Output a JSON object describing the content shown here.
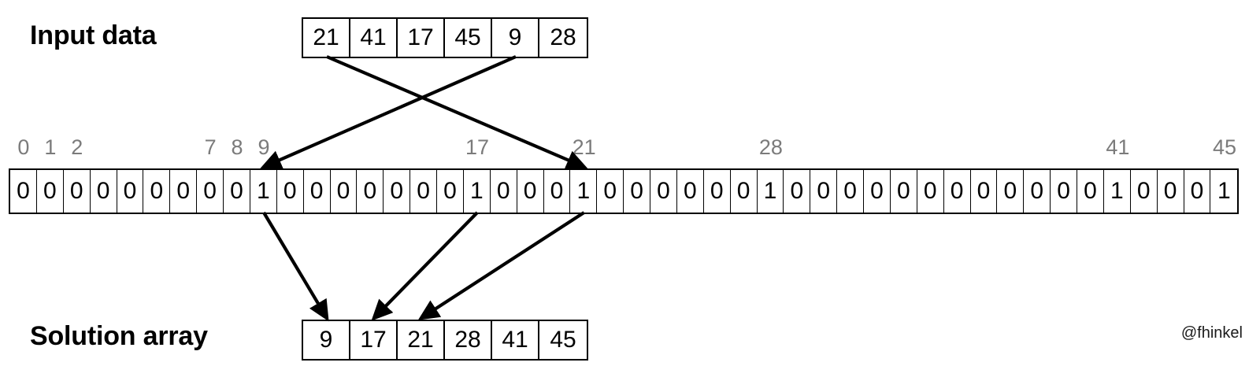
{
  "diagram": {
    "title_input": "Input data",
    "title_solution": "Solution array",
    "watermark": "@fhinkel"
  },
  "input_array": {
    "label": "Input data",
    "values": [
      "21",
      "41",
      "17",
      "45",
      "9",
      "28"
    ]
  },
  "solution_array": {
    "label": "Solution array",
    "values": [
      "9",
      "17",
      "21",
      "28",
      "41",
      "45"
    ]
  },
  "bit_array": {
    "length": 46,
    "set_indices": [
      9,
      17,
      21,
      28,
      41,
      45
    ],
    "bits": [
      "0",
      "0",
      "0",
      "0",
      "0",
      "0",
      "0",
      "0",
      "0",
      "1",
      "0",
      "0",
      "0",
      "0",
      "0",
      "0",
      "0",
      "1",
      "0",
      "0",
      "0",
      "1",
      "0",
      "0",
      "0",
      "0",
      "0",
      "0",
      "1",
      "0",
      "0",
      "0",
      "0",
      "0",
      "0",
      "0",
      "0",
      "0",
      "0",
      "0",
      "0",
      "1",
      "0",
      "0",
      "0",
      "1"
    ],
    "index_labels": [
      {
        "index": 0,
        "text": "0"
      },
      {
        "index": 1,
        "text": "1"
      },
      {
        "index": 2,
        "text": "2"
      },
      {
        "index": 7,
        "text": "7"
      },
      {
        "index": 8,
        "text": "8"
      },
      {
        "index": 9,
        "text": "9"
      },
      {
        "index": 17,
        "text": "17"
      },
      {
        "index": 21,
        "text": "21"
      },
      {
        "index": 28,
        "text": "28"
      },
      {
        "index": 41,
        "text": "41"
      },
      {
        "index": 45,
        "text": "45"
      }
    ]
  },
  "arrows": {
    "top": [
      {
        "from_value": "21",
        "to_index": 21
      },
      {
        "from_value": "9",
        "to_index": 9
      }
    ],
    "bottom": [
      {
        "from_index": 9,
        "to_value": "9"
      },
      {
        "from_index": 17,
        "to_value": "17"
      },
      {
        "from_index": 21,
        "to_value": "21"
      }
    ],
    "color": "#000000"
  },
  "colors": {
    "stroke": "#000000",
    "index_label": "#7b7b7b",
    "background": "#ffffff"
  }
}
